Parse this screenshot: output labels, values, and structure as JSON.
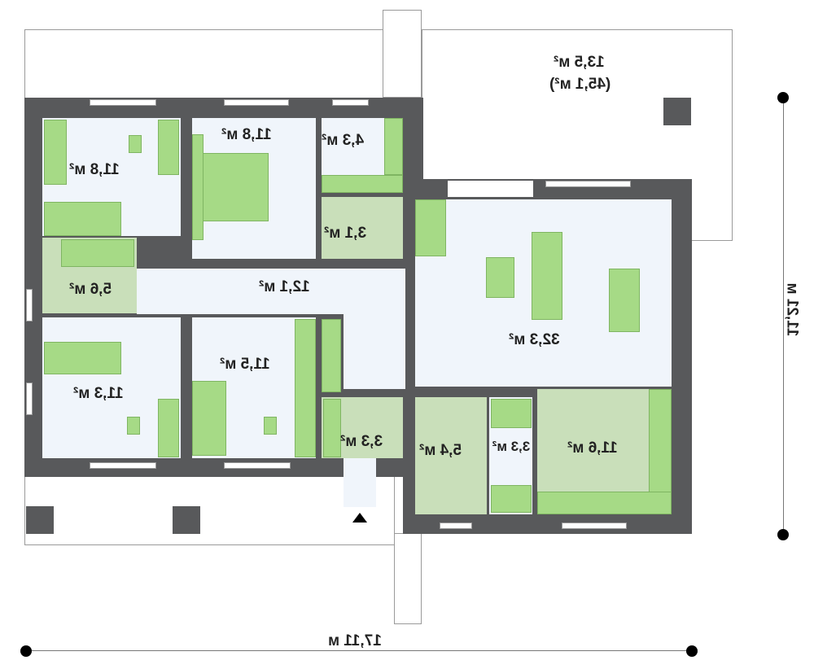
{
  "rooms": {
    "bedroom_top_left": "11,8 м²",
    "bedroom_top_center": "11,8 м²",
    "dressing": "4,3 м²",
    "wc": "3,1 м²",
    "bathroom": "5,6 м²",
    "hall": "12,1 м²",
    "bedroom_bottom_left": "11,3 м²",
    "bedroom_bottom_center": "11,5 м²",
    "living_room": "32,3 м²",
    "vestibule": "3,3 м²",
    "utility": "5,4 м²",
    "pantry": "3,3 м²",
    "kitchen": "11,6 м²",
    "terrace": "13,5 м²",
    "terrace_total": "(45,1 м²)"
  },
  "dimensions": {
    "width": "17,11 м",
    "depth": "11,21 м"
  }
}
